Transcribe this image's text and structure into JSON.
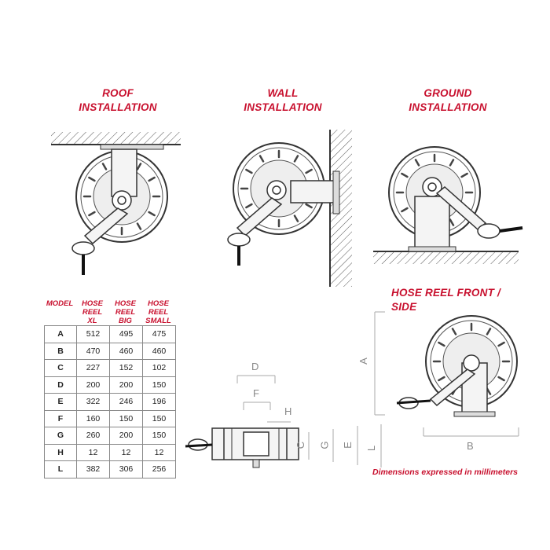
{
  "titles": {
    "roof": [
      "ROOF",
      "INSTALLATION"
    ],
    "wall": [
      "WALL",
      "INSTALLATION"
    ],
    "ground": [
      "GROUND",
      "INSTALLATION"
    ],
    "front_side": "HOSE REEL FRONT / SIDE"
  },
  "table": {
    "headers": [
      [
        "MODEL"
      ],
      [
        "HOSE",
        "REEL",
        "XL"
      ],
      [
        "HOSE",
        "REEL",
        "BIG"
      ],
      [
        "HOSE",
        "REEL",
        "SMALL"
      ]
    ],
    "rows": [
      [
        "A",
        "512",
        "495",
        "475"
      ],
      [
        "B",
        "470",
        "460",
        "460"
      ],
      [
        "C",
        "227",
        "152",
        "102"
      ],
      [
        "D",
        "200",
        "200",
        "150"
      ],
      [
        "E",
        "322",
        "246",
        "196"
      ],
      [
        "F",
        "160",
        "150",
        "150"
      ],
      [
        "G",
        "260",
        "200",
        "150"
      ],
      [
        "H",
        "12",
        "12",
        "12"
      ],
      [
        "L",
        "382",
        "306",
        "256"
      ]
    ]
  },
  "dimension_labels": {
    "A": "A",
    "B": "B",
    "C": "C",
    "D": "D",
    "E": "E",
    "F": "F",
    "G": "G",
    "H": "H",
    "L": "L"
  },
  "note": "Dimensions expressed in millimeters",
  "colors": {
    "accent": "#c8102e",
    "line": "#333333",
    "dim": "#999999"
  }
}
